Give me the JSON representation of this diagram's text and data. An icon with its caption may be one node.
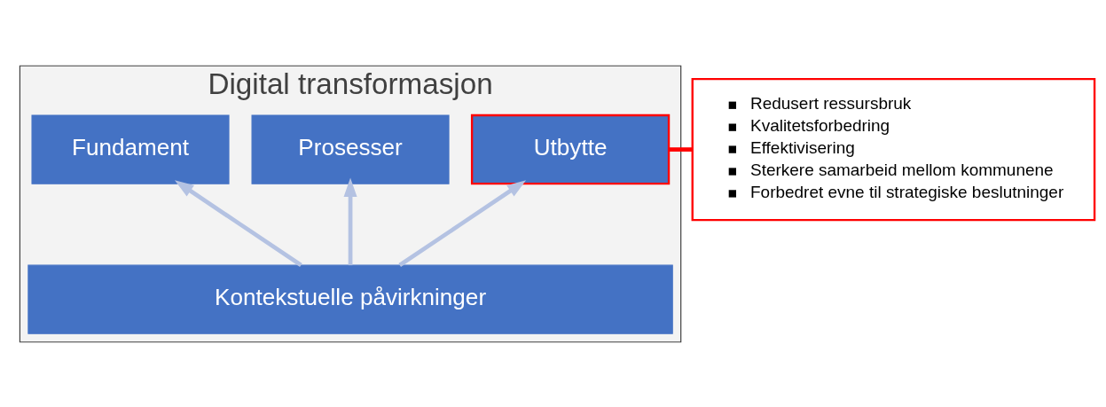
{
  "diagram": {
    "nodes": [
      {
        "text": [
          "Digital transformasjon"
        ]
      },
      {
        "text": [
          "Fundament"
        ],
        "in": 0
      },
      {
        "text": [
          "Prosesser"
        ],
        "in": 0
      },
      {
        "text": [
          "Utbytte"
        ],
        "in": 0
      },
      {
        "text": [
          "Kontekstuelle påvirkninger"
        ],
        "in": 0
      },
      {
        "text": [
          "Redusert ressursbruk",
          "Kvalitetsforbedring",
          "Effektivisering",
          "Sterkere samarbeid mellom kommunene",
          "Forbedret evne til strategiske beslutninger"
        ]
      }
    ],
    "edges": [
      {
        "from": 4,
        "to": 1,
        "arrow": "to",
        "color": "#b4c2e2"
      },
      {
        "from": 4,
        "to": 2,
        "arrow": "to",
        "color": "#b4c2e2"
      },
      {
        "from": 4,
        "to": 3,
        "arrow": "to",
        "color": "#b4c2e2"
      },
      {
        "from": 3,
        "to": 5,
        "arrow": "none",
        "color": "#ff0000"
      }
    ]
  }
}
